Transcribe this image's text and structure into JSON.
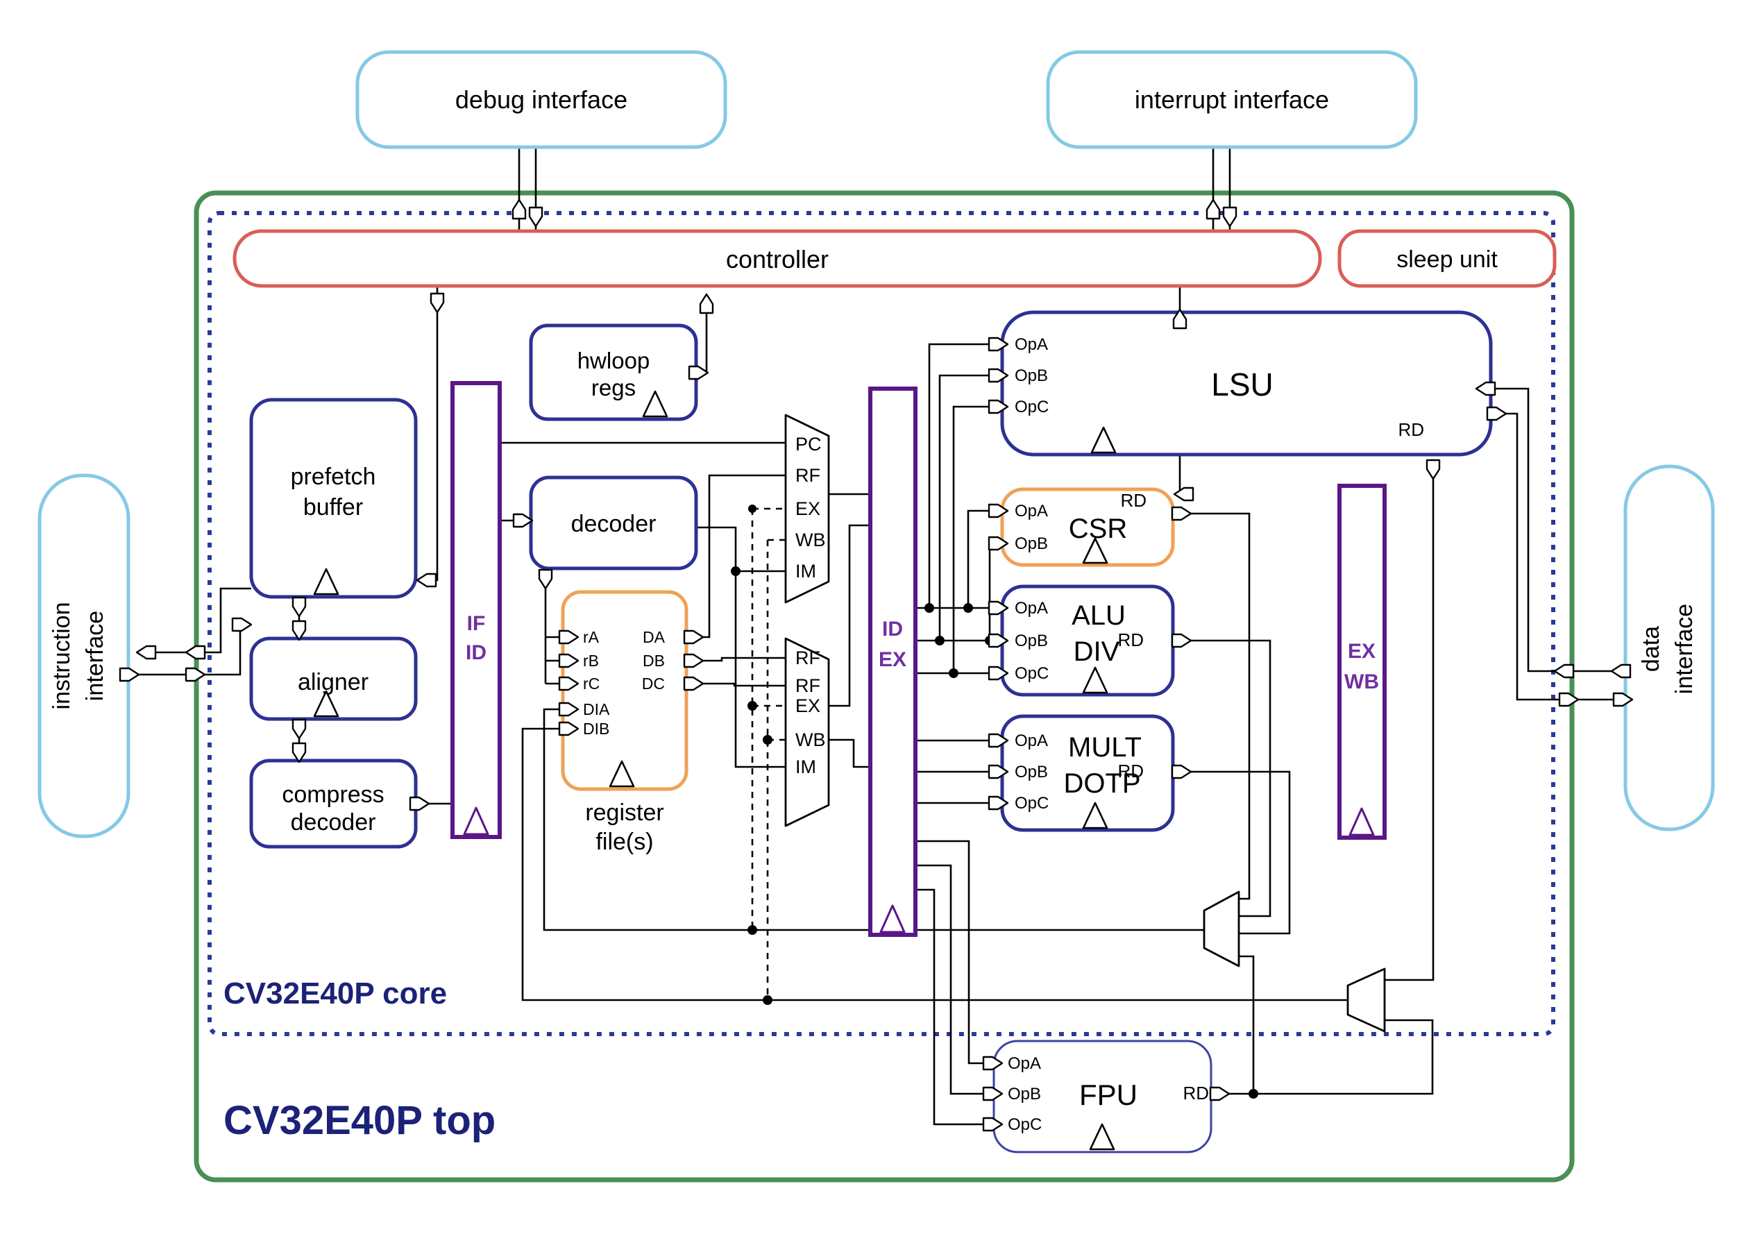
{
  "title": "CV32E40P top",
  "core_label": "CV32E40P core",
  "top_label": "CV32E40P top",
  "interfaces": {
    "debug": "debug interface",
    "interrupt": "interrupt interface",
    "instruction": [
      "instruction",
      "interface"
    ],
    "data": [
      "data",
      "interface"
    ]
  },
  "controller": {
    "label": "controller"
  },
  "sleep_unit": {
    "label": "sleep unit"
  },
  "blocks": {
    "hwloop": [
      "hwloop",
      "regs"
    ],
    "prefetch": [
      "prefetch",
      "buffer"
    ],
    "aligner": "aligner",
    "compress": [
      "compress",
      "decoder"
    ],
    "decoder": "decoder",
    "register_file": [
      "register",
      "file(s)"
    ],
    "lsu": "LSU",
    "csr": "CSR",
    "alu": [
      "ALU",
      "DIV"
    ],
    "mult": [
      "MULT",
      "DOTP"
    ],
    "fpu": "FPU"
  },
  "pipeline_registers": {
    "if_id": [
      "IF",
      "ID"
    ],
    "id_ex": [
      "ID",
      "EX"
    ],
    "ex_wb": [
      "EX",
      "WB"
    ]
  },
  "muxes": {
    "operand_a": [
      "PC",
      "RF",
      "EX",
      "WB",
      "IM"
    ],
    "operand_b": [
      "RF",
      "RF",
      "EX",
      "WB",
      "IM"
    ]
  },
  "ports": {
    "op_a": "OpA",
    "op_b": "OpB",
    "op_c": "OpC",
    "rd": "RD",
    "ra": "rA",
    "rb": "rB",
    "rc": "rC",
    "dia": "DIA",
    "dib": "DIB",
    "da": "DA",
    "db": "DB",
    "dc": "DC"
  },
  "colors": {
    "interface_blue": "#85c9e6",
    "top_green": "#4a8f55",
    "core_navy": "#2b3a94",
    "controller_red": "#d95f57",
    "unit_blue": "#2d3193",
    "fpu_blue": "#3d43a0",
    "orange": "#f0a155",
    "pipeline_purple": "#5b1687",
    "purple_text": "#7030a0",
    "label_navy": "#1b2277",
    "wire_black": "#000000"
  }
}
